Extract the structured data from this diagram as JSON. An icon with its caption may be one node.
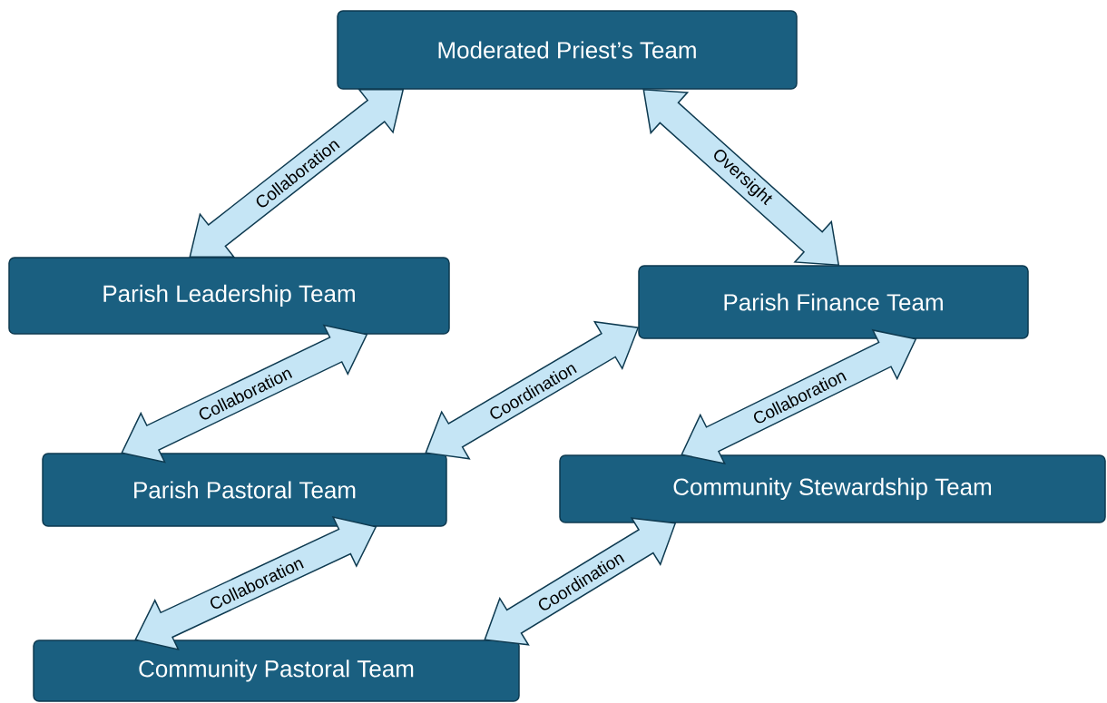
{
  "diagram": {
    "nodes": [
      {
        "text": [
          "Moderated Priest’s Team"
        ]
      },
      {
        "text": [
          "Parish Leadership Team"
        ]
      },
      {
        "text": [
          "Parish Finance Team"
        ]
      },
      {
        "text": [
          "Parish Pastoral Team"
        ]
      },
      {
        "text": [
          "Community Stewardship Team"
        ]
      },
      {
        "text": [
          "Community Pastoral Team"
        ]
      }
    ],
    "edges": [
      {
        "from": 1,
        "to": 0,
        "arrow": "both",
        "label": "Collaboration"
      },
      {
        "from": 0,
        "to": 2,
        "arrow": "both",
        "label": "Oversight"
      },
      {
        "from": 3,
        "to": 1,
        "arrow": "both",
        "label": "Collaboration"
      },
      {
        "from": 3,
        "to": 2,
        "arrow": "both",
        "label": "Coordination"
      },
      {
        "from": 4,
        "to": 2,
        "arrow": "both",
        "label": "Collaboration"
      },
      {
        "from": 5,
        "to": 3,
        "arrow": "both",
        "label": "Collaboration"
      },
      {
        "from": 5,
        "to": 4,
        "arrow": "both",
        "label": "Coordination"
      }
    ]
  }
}
